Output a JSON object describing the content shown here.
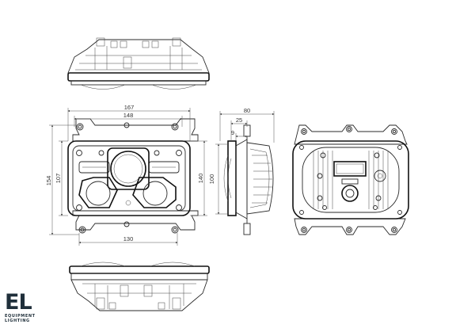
{
  "dimensions": {
    "front_overall_width": "167",
    "front_housing_width": "148",
    "front_bottom_spacing": "130",
    "front_overall_height": "154",
    "front_housing_height": "107",
    "front_lens_height": "140",
    "side_depth": "80",
    "side_offset_a": "25",
    "side_offset_b": "9",
    "side_height": "100"
  },
  "logo": {
    "mark": "EL",
    "line1": "EQUIPMENT",
    "line2": "LIGHTING"
  }
}
